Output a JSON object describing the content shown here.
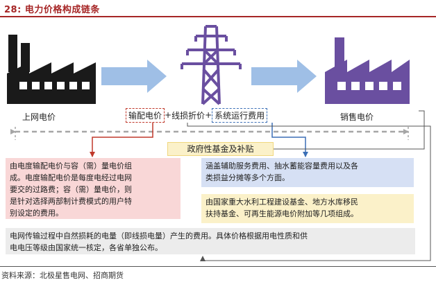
{
  "title": "28:  电力价格构成链条",
  "source": "资料来源：北极星售电网、招商期货",
  "nodes": {
    "generation_label": "上网电价",
    "sales_label": "销售电价"
  },
  "price_formula": {
    "part1": "输配电价",
    "plus1": "+",
    "part2": "线损折价",
    "plus2": "+",
    "part3": "系统运行费用"
  },
  "gov_fund": "政府性基金及补贴",
  "boxes": {
    "transmission": [
      "由电度输配电价与容（需）量电价组",
      "成。电度输配电价是每度电经过电网",
      "要交的过路费；容（需）量电价，则",
      "是针对选择两部制计费模式的用户特",
      "别设定的费用。"
    ],
    "system_cost": [
      "涵盖辅助服务费用、抽水蓄能容量费用以及各",
      "类损益分摊等多个方面。"
    ],
    "gov_fund_desc": [
      "由国家重大水利工程建设基金、地方水库移民",
      "扶持基金、可再生能源电价附加等几项组成。"
    ],
    "line_loss": [
      "电网传输过程中自然损耗的电量（即线损电量）产生的费用。具体价格根据用电性质和供",
      "电电压等级由国家统一核定，各省单独公布。"
    ]
  },
  "colors": {
    "title": "#a62626",
    "icon": "#1a1a1a",
    "tower": "#6a4fa0",
    "factory": "#6a4fa0",
    "arrow": "#9fbfe6",
    "red": "#c0392b",
    "blue": "#3b6fb6"
  }
}
